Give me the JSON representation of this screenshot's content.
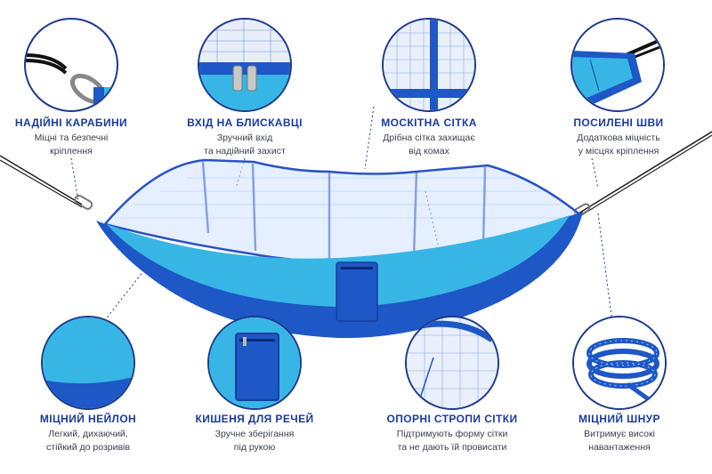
{
  "colors": {
    "navy": "#1b3a8f",
    "royal_blue": "#1e57c6",
    "sky_blue": "#37b6e6",
    "title_blue": "#1b3aa0",
    "text_gray": "#3a3f4a"
  },
  "features": [
    {
      "title": "НАДІЙНІ КАРАБИНИ",
      "line1": "Міцні та безпечні",
      "line2": "кріплення",
      "icon": "carabiner-icon"
    },
    {
      "title": "ВХІД НА БЛИСКАВЦІ",
      "line1": "Зручний вхід",
      "line2": "та надійний захист",
      "icon": "zipper-icon"
    },
    {
      "title": "МОСКІТНА СІТКА",
      "line1": "Дрібна сітка захищає",
      "line2": "від комах",
      "icon": "mosquito-net-icon"
    },
    {
      "title": "ПОСИЛЕНІ ШВИ",
      "line1": "Додаткова міцність",
      "line2": "у місцях кріплення",
      "icon": "seam-icon"
    },
    {
      "title": "МІЦНИЙ НЕЙЛОН",
      "line1": "Легкий, дихаючий,",
      "line2": "стійкий до розривів",
      "icon": "nylon-fabric-icon"
    },
    {
      "title": "КИШЕНЯ ДЛЯ РЕЧЕЙ",
      "line1": "Зручне зберігання",
      "line2": "під рукою",
      "icon": "pocket-icon"
    },
    {
      "title": "ОПОРНІ СТРОПИ СІТКИ",
      "line1": "Підтримують форму сітки",
      "line2": "та не дають їй провисати",
      "icon": "net-strap-icon"
    },
    {
      "title": "МІЦНИЙ ШНУР",
      "line1": "Витримує високі",
      "line2": "навантаження",
      "icon": "rope-icon"
    }
  ]
}
